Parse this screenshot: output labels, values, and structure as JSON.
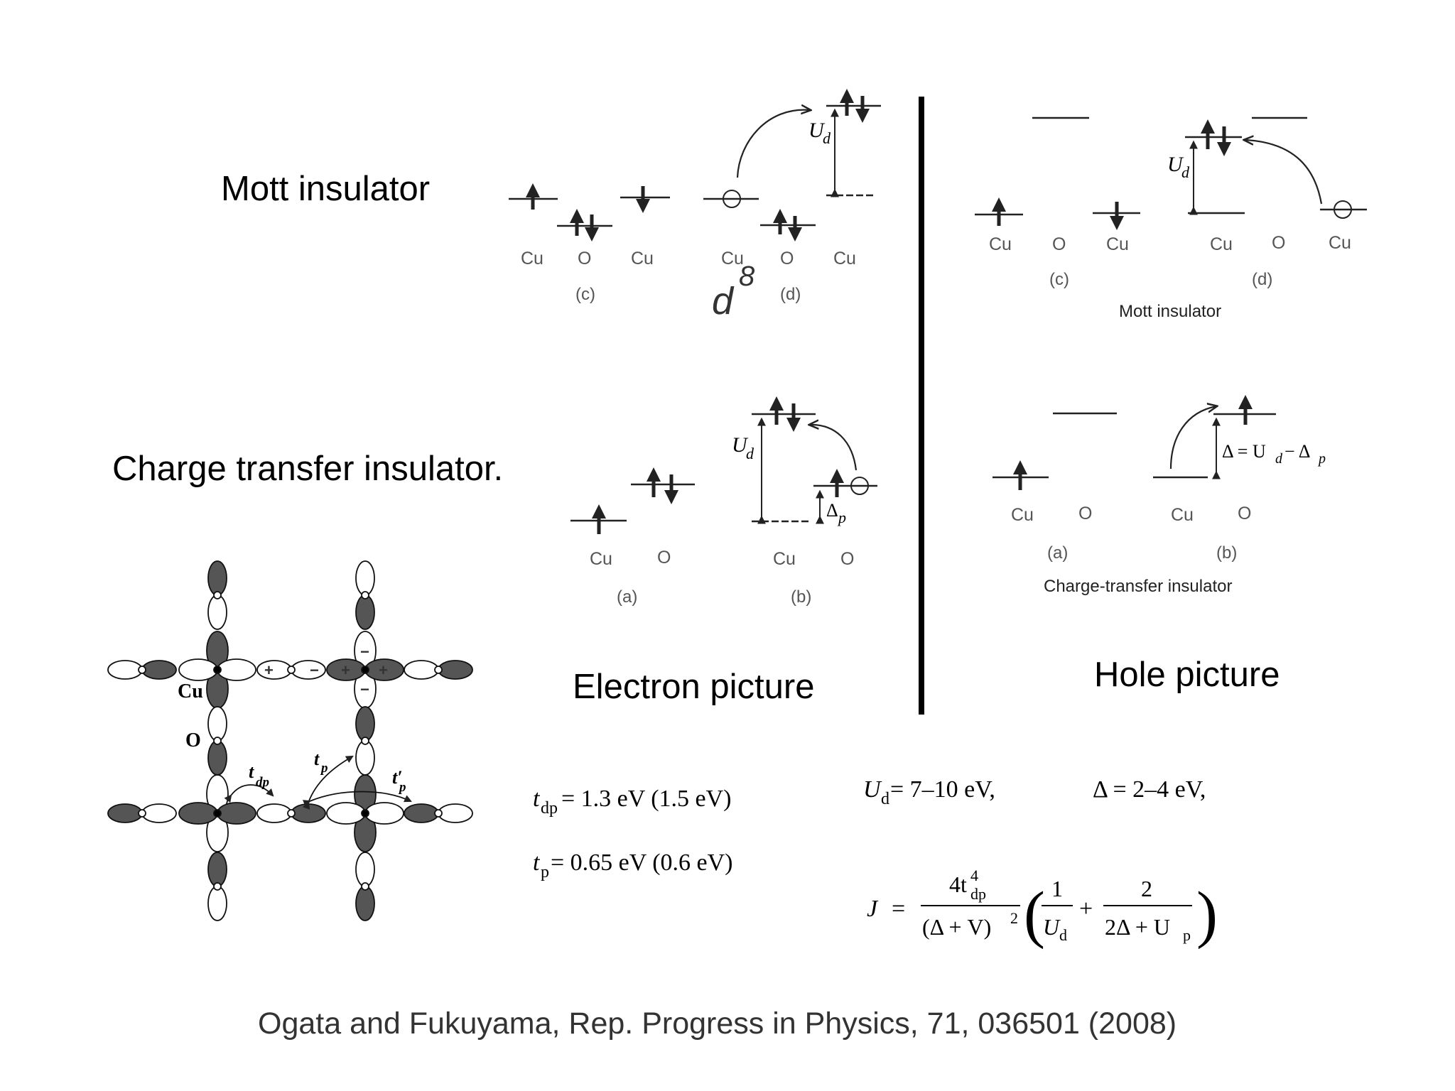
{
  "titles": {
    "mott": "Mott insulator",
    "charge_transfer": "Charge transfer insulator.",
    "electron_picture": "Electron picture",
    "hole_picture": "Hole picture"
  },
  "labels": {
    "cu": "Cu",
    "o": "O",
    "a": "(a)",
    "b": "(b)",
    "c": "(c)",
    "d": "(d)",
    "hole_mott_caption": "Mott insulator",
    "hole_ct_caption": "Charge-transfer insulator"
  },
  "annotation": {
    "handwritten": "d",
    "superscript": "8",
    "color": "#e0202a"
  },
  "energy_labels": {
    "ud": "U",
    "d_sub": "d",
    "delta": "Δ",
    "p_sub": "p",
    "relation": "Δ = U",
    "minus_delta": " − Δ"
  },
  "lattice_labels": {
    "cu": "Cu",
    "o": "O",
    "t": "t",
    "dp": "dp",
    "p": "p",
    "tprime": "t′",
    "plus": "+",
    "minus": "−"
  },
  "equations": {
    "tdp": "t",
    "tdp_sub": "dp",
    "tdp_val": " = 1.3 eV (1.5 eV)",
    "tp": "t",
    "tp_sub": "p",
    "tp_val": " = 0.65 eV (0.6 eV)",
    "ud": "U",
    "ud_sub": "d",
    "ud_val": " = 7–10 eV,",
    "delta_val": "Δ = 2–4 eV,",
    "j": "J",
    "j_eq": "=",
    "num_4": "4t",
    "num_exp": "4",
    "num_sub": "dp",
    "den": "(Δ + V)",
    "den_exp": "2",
    "one": "1",
    "ud2": "U",
    "ud2_sub": "d",
    "plus": "+",
    "two": "2",
    "two_delta": "2Δ + U",
    "up_sub": "p",
    "lparen": "(",
    "rparen": ")"
  },
  "citation": "Ogata and Fukuyama, Rep. Progress in Physics, 71, 036501 (2008)"
}
